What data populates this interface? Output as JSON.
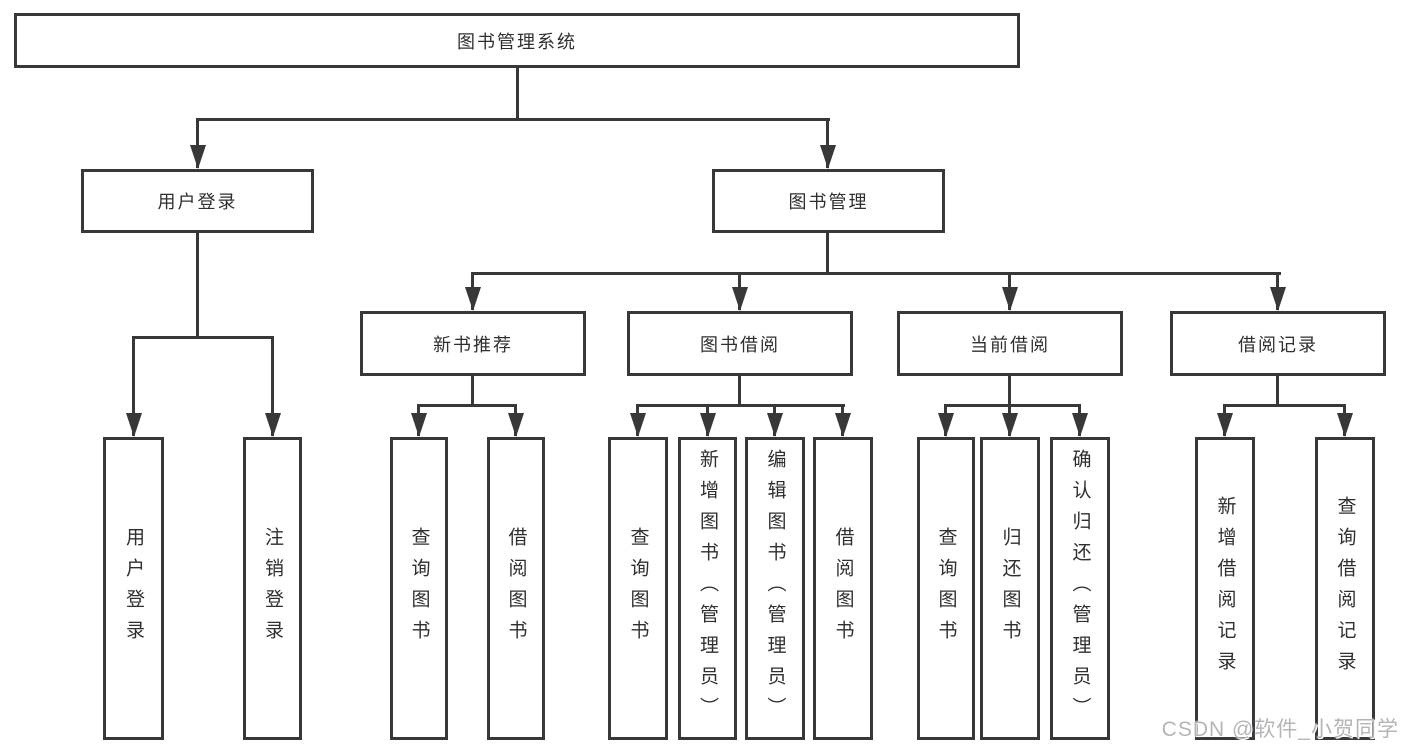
{
  "diagram": {
    "type": "hierarchy",
    "title": "图书管理系统"
  },
  "colors": {
    "line": "#38383a",
    "box_background": "#ffffff",
    "text": "#2f2f31",
    "watermark": "#b5b5b9"
  },
  "tree": {
    "label": "图书管理系统",
    "children": [
      {
        "label": "用户登录",
        "children": [
          {
            "label": "用户登录"
          },
          {
            "label": "注销登录"
          }
        ]
      },
      {
        "label": "图书管理",
        "children": [
          {
            "label": "新书推荐",
            "children": [
              {
                "label": "查询图书"
              },
              {
                "label": "借阅图书"
              }
            ]
          },
          {
            "label": "图书借阅",
            "children": [
              {
                "label": "查询图书"
              },
              {
                "label": "新增图书（管理员）"
              },
              {
                "label": "编辑图书（管理员）"
              },
              {
                "label": "借阅图书"
              }
            ]
          },
          {
            "label": "当前借阅",
            "children": [
              {
                "label": "查询图书"
              },
              {
                "label": "归还图书"
              },
              {
                "label": "确认归还（管理员）"
              }
            ]
          },
          {
            "label": "借阅记录",
            "children": [
              {
                "label": "新增借阅记录"
              },
              {
                "label": "查询借阅记录"
              }
            ]
          }
        ]
      }
    ]
  },
  "watermark": {
    "text": "CSDN @软件_小贺同学"
  }
}
